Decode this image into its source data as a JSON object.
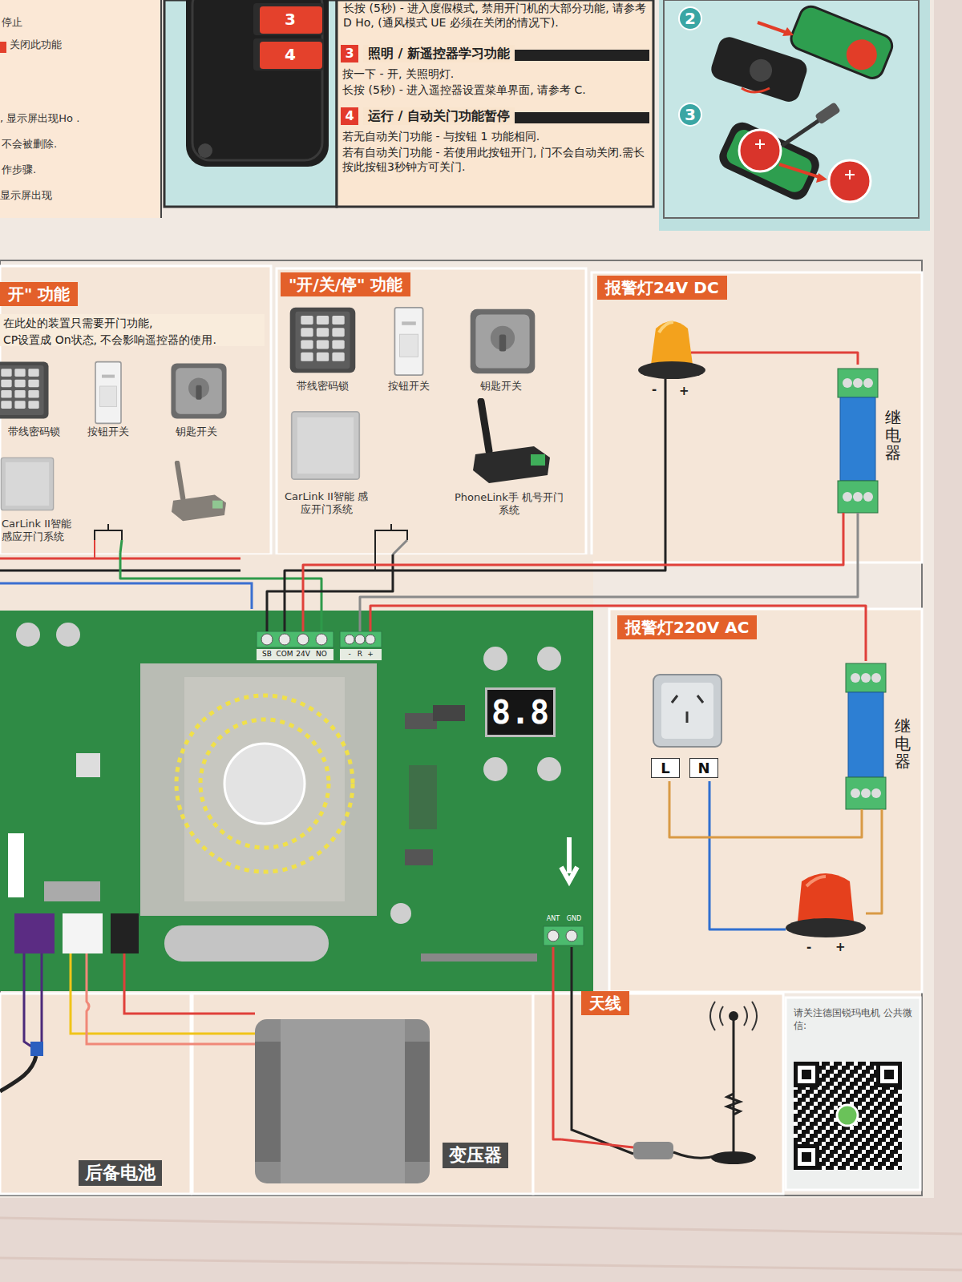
{
  "diagram": {
    "nodes": [
      {
        "text": [
          "停止",
          "关闭此功能",
          ", 显示屏出现Ho .",
          "不会被删除.",
          "作步骤.",
          "显示屏出现"
        ]
      },
      {
        "text": [
          "长按 (5秒) - 进入度假模式, 禁用开门机的大部分功能, 请参考 D Ho, (通风模式 UE 必须在关闭的情况下)."
        ]
      },
      {
        "text": [
          "3",
          "照明 / 新遥控器学习功能",
          "按一下 - 开, 关照明灯.",
          "长按 (5秒) - 进入遥控器设置菜单界面, 请参考 C."
        ],
        "in": 1
      },
      {
        "text": [
          "4",
          "运行 / 自动关门功能暂停",
          "若无自动关门功能 - 与按钮 1 功能相同.",
          "若有自动关门功能 - 若使用此按钮开门, 门不会自动关闭.需长按此按钮3秒钟方可关门."
        ],
        "in": 1
      },
      {
        "text": [
          "3"
        ]
      },
      {
        "text": [
          "4"
        ]
      },
      {
        "text": [
          "2"
        ]
      },
      {
        "text": [
          "3"
        ]
      },
      {
        "text": [
          "开\" 功能",
          "在此处的装置只需要开门功能,",
          "CP设置成 On状态, 不会影响遥控器的使用."
        ]
      },
      {
        "text": [
          "带线密码锁"
        ],
        "in": 8
      },
      {
        "text": [
          "按钮开关"
        ],
        "in": 8
      },
      {
        "text": [
          "钥匙开关"
        ],
        "in": 8
      },
      {
        "text": [
          "CarLink II智能 感应开门系统"
        ],
        "in": 8
      },
      {
        "text": [
          "\"开/关/停\" 功能"
        ]
      },
      {
        "text": [
          "带线密码锁"
        ],
        "in": 13
      },
      {
        "text": [
          "按钮开关"
        ],
        "in": 13
      },
      {
        "text": [
          "钥匙开关"
        ],
        "in": 13
      },
      {
        "text": [
          "CarLink II智能 感应开门系统"
        ],
        "in": 13
      },
      {
        "text": [
          "PhoneLink手 机号开门系统"
        ],
        "in": 13
      },
      {
        "text": [
          "报警灯24V DC"
        ]
      },
      {
        "text": [
          "-",
          "+"
        ],
        "in": 19
      },
      {
        "text": [
          "继电器"
        ],
        "in": 19
      },
      {
        "text": [
          "SB",
          "COM",
          "24V",
          "NO"
        ]
      },
      {
        "text": [
          "-",
          "R",
          "+"
        ]
      },
      {
        "text": [
          "8.8"
        ]
      },
      {
        "text": [
          "ANT",
          "GND"
        ]
      },
      {
        "text": [
          "报警灯220V AC"
        ]
      },
      {
        "text": [
          "L",
          "N"
        ],
        "in": 26
      },
      {
        "text": [
          "继电器"
        ],
        "in": 26
      },
      {
        "text": [
          "-",
          "+"
        ],
        "in": 26
      },
      {
        "text": [
          "后备电池"
        ]
      },
      {
        "text": [
          "变压器"
        ]
      },
      {
        "text": [
          "天线"
        ]
      },
      {
        "text": [
          "请关注德国锐玛电机 公共微信:"
        ]
      }
    ],
    "edges": [
      {
        "from": 8,
        "to": 22,
        "arrow": "none"
      },
      {
        "from": 13,
        "to": 22,
        "arrow": "none"
      },
      {
        "from": 20,
        "to": 21,
        "arrow": "none"
      },
      {
        "from": 20,
        "to": 22,
        "arrow": "none"
      },
      {
        "from": 21,
        "to": 23,
        "arrow": "none"
      },
      {
        "from": 21,
        "to": 22,
        "arrow": "none"
      },
      {
        "from": 28,
        "to": 23,
        "arrow": "none"
      },
      {
        "from": 27,
        "to": 29,
        "arrow": "none"
      },
      {
        "from": 27,
        "to": 28,
        "arrow": "none"
      },
      {
        "from": 28,
        "to": 29,
        "arrow": "none"
      },
      {
        "from": 25,
        "to": 32,
        "arrow": "none"
      }
    ]
  }
}
